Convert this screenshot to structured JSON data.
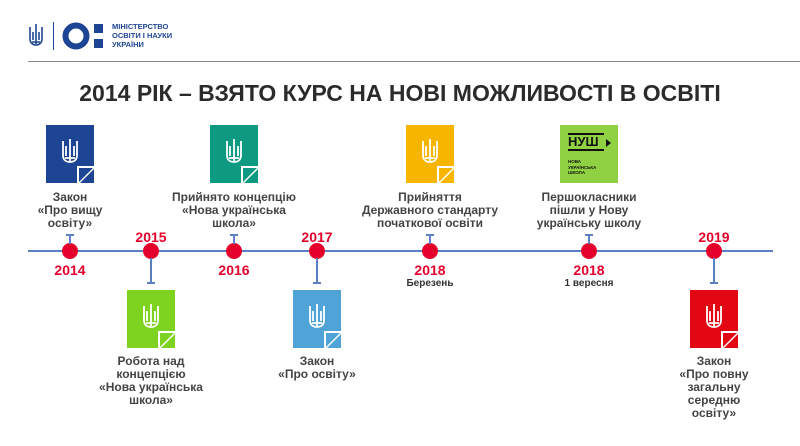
{
  "header": {
    "ministry_line1": "МІНІСТЕРСТВО",
    "ministry_line2": "ОСВІТИ І НАУКИ",
    "ministry_line3": "УКРАЇНИ"
  },
  "title": "2014 РІК – ВЗЯТО КУРС НА НОВІ МОЖЛИВОСТІ В ОСВІТІ",
  "events": [
    {
      "year": "2014",
      "caption": [
        "Закон",
        "«Про вищу",
        "освіту»"
      ],
      "color": "#1e4593"
    },
    {
      "year": "2015",
      "caption": [
        "Робота над",
        "концепцією",
        "«Нова українська",
        "школа»"
      ],
      "color": "#7ed321"
    },
    {
      "year": "2016",
      "caption": [
        "Прийнято концепцію",
        "«Нова українська",
        "школа»"
      ],
      "color": "#0d9a80"
    },
    {
      "year": "2017",
      "caption": [
        "Закон",
        "«Про освіту»"
      ],
      "color": "#4fa3d6"
    },
    {
      "year": "2018",
      "sub": "Березень",
      "caption": [
        "Прийняття",
        "Державного стандарту",
        "початкової освіти"
      ],
      "color": "#f7b500"
    },
    {
      "year": "2018",
      "sub": "1 вересня",
      "caption": [
        "Першокласники",
        "пішли у Нову",
        "українську школу"
      ],
      "color": "#8fd142"
    },
    {
      "year": "2019",
      "caption": [
        "Закон",
        "«Про повну",
        "загальну",
        "середню",
        "освіту»"
      ],
      "color": "#e30613"
    }
  ],
  "nush_logo": {
    "abbr": "НУШ",
    "line1": "НОВА",
    "line2": "УКРАЇНСЬКА",
    "line3": "ШКОЛА"
  }
}
